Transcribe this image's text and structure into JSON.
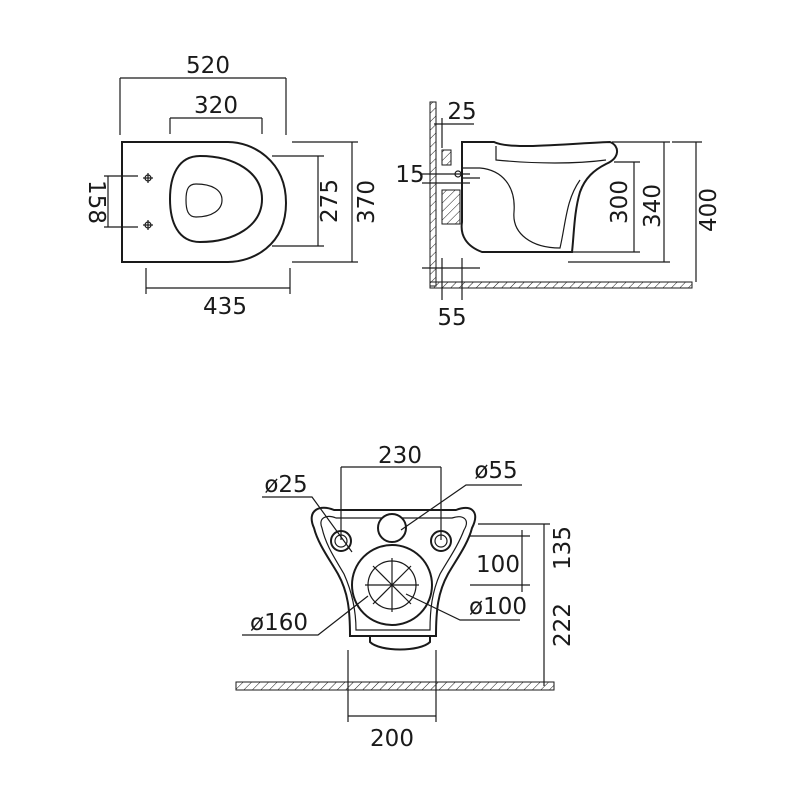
{
  "top_view": {
    "overall_length": "520",
    "seat_length": "320",
    "fixing_spacing": "158",
    "seat_width": "275",
    "overall_width": "370",
    "base_length": "435"
  },
  "side_view": {
    "wall_offset": "25",
    "inlet_offset": "15",
    "rim_to_floor_inner": "300",
    "rim_to_floor": "340",
    "overall_height": "400",
    "outlet_offset": "55"
  },
  "rear_view": {
    "bolt_spacing": "230",
    "bolt_diameter": "ø25",
    "inlet_diameter": "ø55",
    "inlet_to_outlet": "100",
    "outlet_to_bolt": "135",
    "outlet_to_floor": "222",
    "outlet_outer_diameter": "ø160",
    "outlet_inner_diameter": "ø100",
    "base_width": "200"
  }
}
